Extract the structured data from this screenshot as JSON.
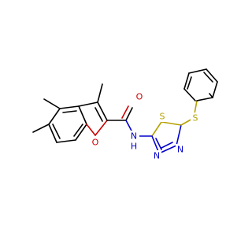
{
  "molecule": {
    "atoms": {
      "o_carbonyl": {
        "label": "O",
        "color": "#cc0000"
      },
      "o_furan": {
        "label": "O",
        "color": "#cc0000"
      },
      "nh": {
        "label": "N",
        "color": "#0000cc"
      },
      "h": {
        "label": "H",
        "color": "#0000cc"
      },
      "s_ring": {
        "label": "S",
        "color": "#b5a100"
      },
      "s_thioether": {
        "label": "S",
        "color": "#b5a100"
      },
      "n_ring_a": {
        "label": "N",
        "color": "#0000cc"
      },
      "n_ring_b": {
        "label": "N",
        "color": "#0000cc"
      }
    }
  }
}
